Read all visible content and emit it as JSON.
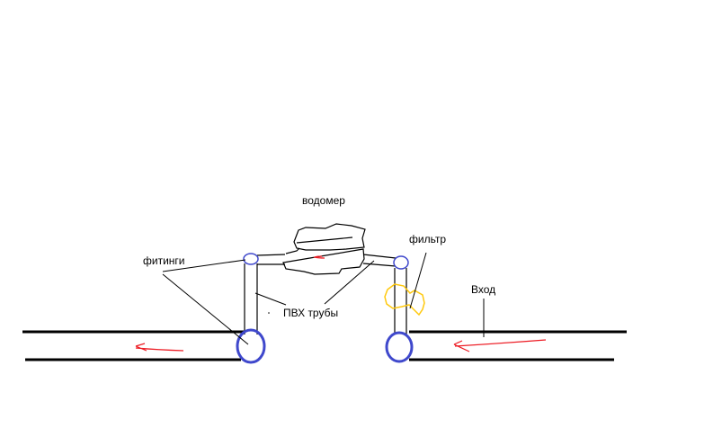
{
  "labels": {
    "meter": "водомер",
    "filter": "фильтр",
    "fittings": "фитинги",
    "pvc_pipes": "ПВХ трубы",
    "inlet": "Вход"
  },
  "colors": {
    "line": "#000000",
    "fitting": "#3f48cc",
    "filter": "#ffc90e",
    "flow_arrow": "#ed1c24",
    "background": "#ffffff"
  },
  "icons": {
    "fitting": "circle-outline",
    "flow_arrow": "arrow-left-hand-drawn",
    "filter": "filter-blob"
  }
}
